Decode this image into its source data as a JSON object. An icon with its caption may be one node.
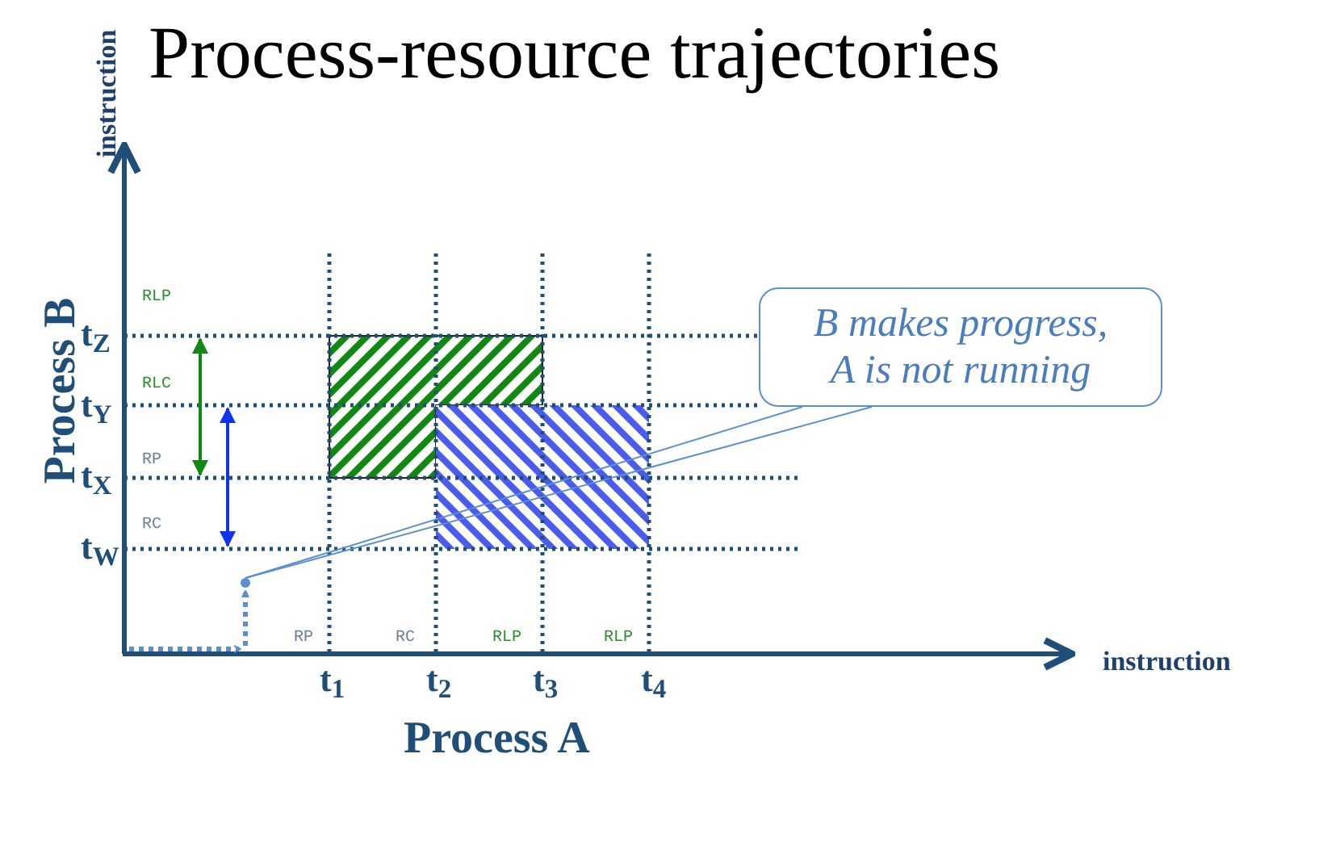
{
  "diagram": {
    "title": "Process-resource trajectories",
    "nodes": [
      {
        "text": [
          "B makes progress, A is not running"
        ]
      },
      {
        "text": [],
        "shape": "point"
      }
    ],
    "edges": [
      {
        "from": 0,
        "to": 1,
        "arrow": "none"
      }
    ],
    "labels": [
      "instruction",
      "Process B",
      "RLP",
      "t$_{Z}$",
      "RLC",
      "t$_{Y}$",
      "RP",
      "t$_{X}$",
      "RC",
      "t$_{W}$",
      "RP",
      "RC",
      "RLP",
      "RLP",
      "instruction",
      "t$_{1}$",
      "t$_{2}$",
      "t$_{3}$",
      "t$_{4}$",
      "Process A"
    ]
  }
}
